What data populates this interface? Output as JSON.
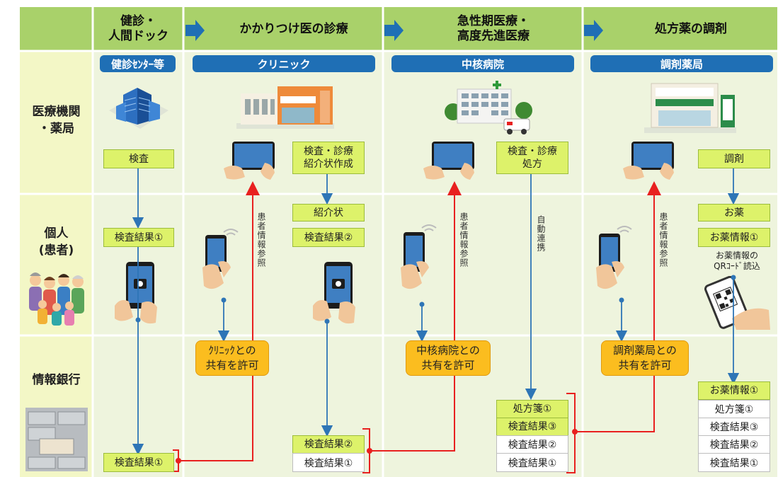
{
  "headers": {
    "col1": "健診・\n人間ドック",
    "col2": "かかりつけ医の診療",
    "col3": "急性期医療・\n高度先進医療",
    "col4": "処方薬の調剤"
  },
  "rows": {
    "medical": "医療機関\n・薬局",
    "person": "個人\n(患者)",
    "bank": "情報銀行"
  },
  "facilities": {
    "kenshin": "健診ｾﾝﾀｰ等",
    "clinic": "クリニック",
    "hospital": "中核病院",
    "pharmacy": "調剤薬局"
  },
  "col1": {
    "exam": "検査",
    "result_person": "検査結果①",
    "result_bank": "検査結果①"
  },
  "col2": {
    "exam_box": "検査・診療\n紹介状作成",
    "referral": "紹介状",
    "result_person": "検査結果②",
    "ref_label": "患者情報参照",
    "consent": "ｸﾘﾆｯｸとの\n共有を許可",
    "bank_r2": "検査結果②",
    "bank_r1": "検査結果①"
  },
  "col3": {
    "exam_box": "検査・診療\n処方",
    "ref_label": "患者情報参照",
    "auto_label": "自動連携",
    "consent": "中核病院との\n共有を許可",
    "bank_rx": "処方箋①",
    "bank_r3": "検査結果③",
    "bank_r2": "検査結果②",
    "bank_r1": "検査結果①"
  },
  "col4": {
    "dispense": "調剤",
    "medicine": "お薬",
    "med_info_person": "お薬情報①",
    "qr_note": "お薬情報の\nQRｺｰﾄﾞ読込",
    "ref_label": "患者情報参照",
    "consent": "調剤薬局との\n共有を許可",
    "bank_med": "お薬情報①",
    "bank_rx": "処方箋①",
    "bank_r3": "検査結果③",
    "bank_r2": "検査結果②",
    "bank_r1": "検査結果①"
  },
  "colors": {
    "header_bg": "#a9d16a",
    "row_label_bg": "#f3f7c6",
    "cell_bg": "#eef4dd",
    "facility_pill": "#1f6fb5",
    "green_box": "#ddf26a",
    "orange_box": "#fbbd1f",
    "blue_arrow": "#2e75b6",
    "red_arrow": "#e8201f"
  }
}
